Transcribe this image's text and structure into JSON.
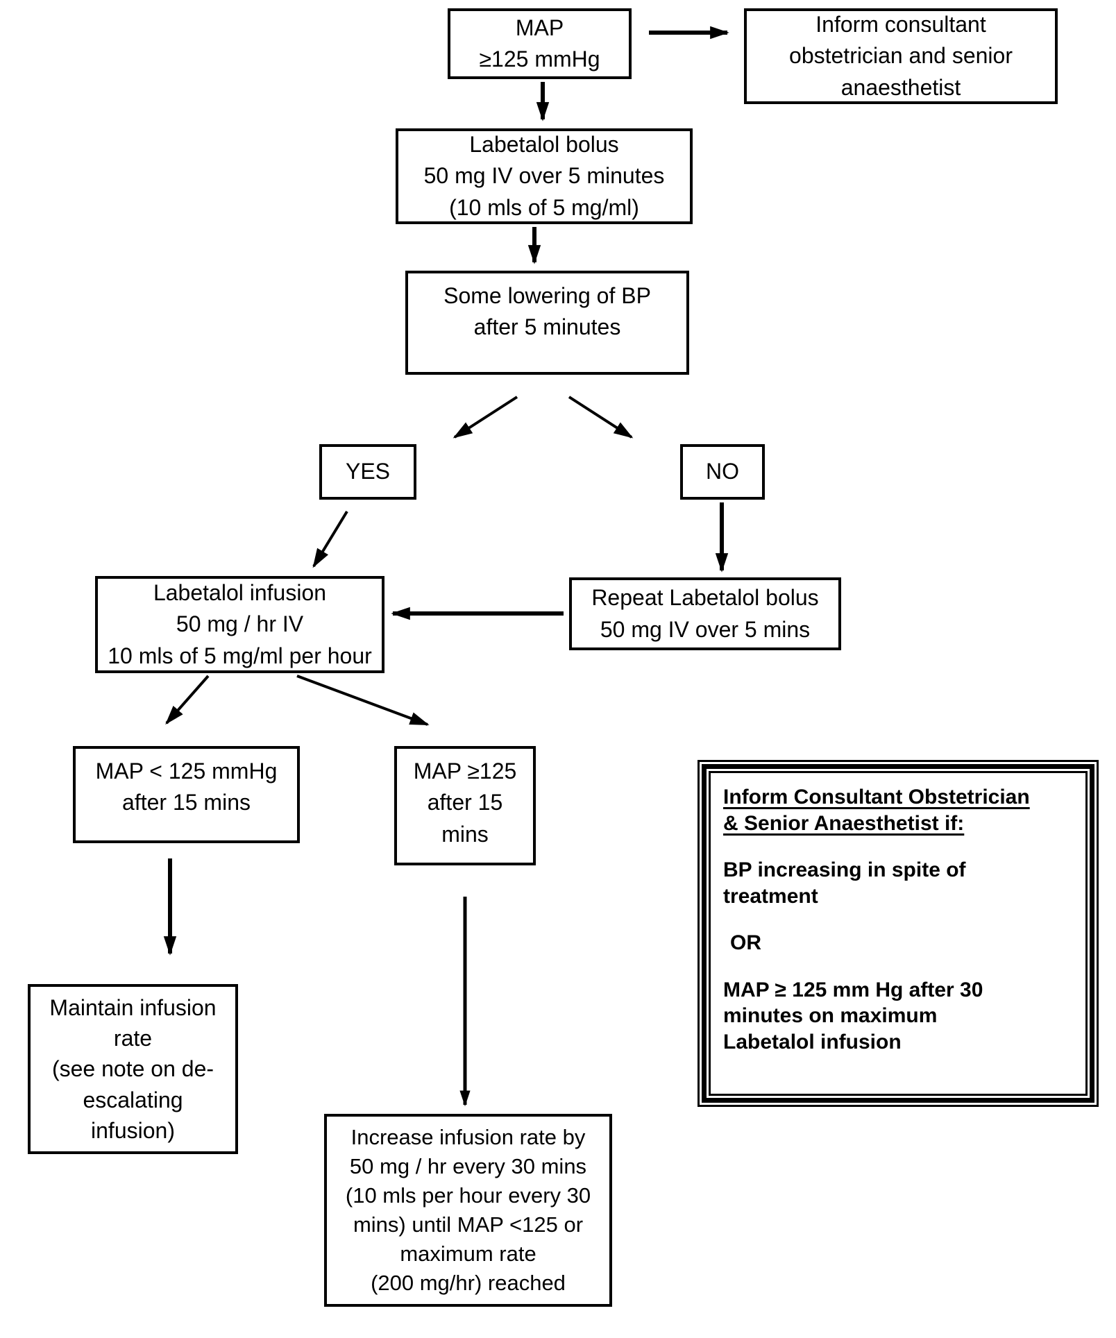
{
  "diagram": {
    "colors": {
      "ink": "#000000",
      "background": "#ffffff"
    },
    "boxes": {
      "map": {
        "lines": [
          "MAP",
          "≥125 mmHg"
        ]
      },
      "inform_top": {
        "lines": [
          "Inform consultant",
          "obstetrician and senior",
          "anaesthetist"
        ]
      },
      "bolus": {
        "lines": [
          "Labetalol bolus",
          "50 mg IV over 5 minutes",
          "(10 mls of 5 mg/ml)"
        ]
      },
      "lowering": {
        "lines": [
          "Some lowering of BP",
          "after 5 minutes"
        ]
      },
      "yes": {
        "label": "YES"
      },
      "no": {
        "label": "NO"
      },
      "infusion": {
        "lines": [
          "Labetalol infusion",
          "50 mg / hr IV",
          "10 mls of 5 mg/ml per hour"
        ]
      },
      "repeat_bolus": {
        "lines": [
          "Repeat Labetalol bolus",
          "50 mg IV over 5 mins"
        ]
      },
      "map_low": {
        "lines": [
          "MAP < 125 mmHg",
          "after 15 mins"
        ]
      },
      "map_high": {
        "lines": [
          "MAP ≥125",
          "after 15",
          "mins"
        ]
      },
      "maintain": {
        "lines": [
          "Maintain infusion",
          "rate",
          "(see note on de-",
          "escalating",
          "infusion)"
        ]
      },
      "increase": {
        "lines": [
          "Increase infusion rate by",
          "50 mg / hr every 30 mins",
          "(10 mls per hour every 30",
          "mins) until MAP <125 or",
          "maximum rate",
          "(200 mg/hr) reached"
        ]
      },
      "inform_if": {
        "title_lines": [
          "Inform Consultant Obstetrician",
          "& Senior Anaesthetist if:"
        ],
        "condition1_lines": [
          "BP increasing in spite of",
          "treatment"
        ],
        "or_label": "OR",
        "condition2_lines": [
          "MAP ≥ 125 mm Hg after 30",
          "minutes on maximum",
          "Labetalol infusion"
        ]
      }
    }
  }
}
